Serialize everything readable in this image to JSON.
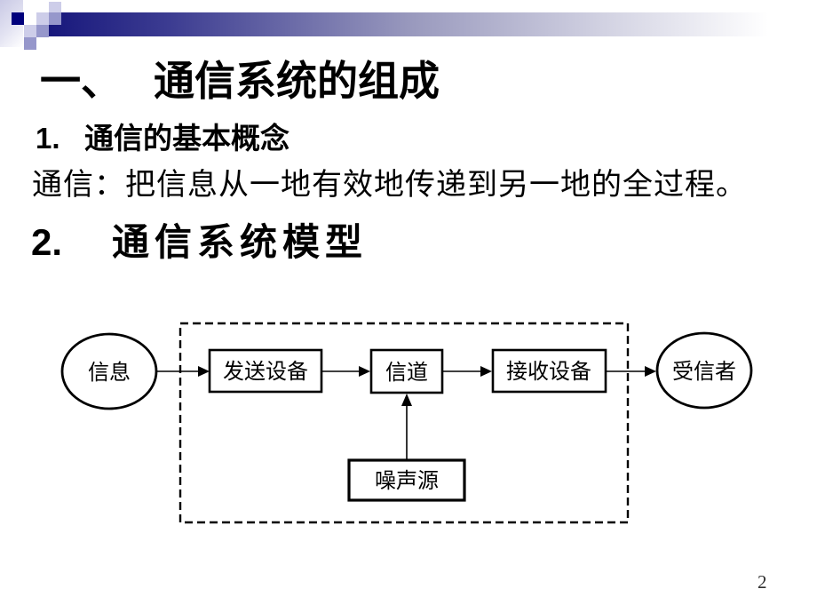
{
  "slide": {
    "title_prefix": "一、",
    "title_text": "通信系统的组成",
    "item1_number": "1.",
    "item1_text": "通信的基本概念",
    "definition": "通信：把信息从一地有效地传递到另一地的全过程。",
    "item2_number": "2.",
    "item2_text": "通信系统模型",
    "page_number": "2"
  },
  "diagram": {
    "source": "信息",
    "transmitter": "发送设备",
    "channel": "信道",
    "receiver": "接收设备",
    "noise": "噪声源",
    "destination": "受信者"
  },
  "colors": {
    "bar_dark_navy": "#14147a",
    "square_navy": "#00007c",
    "square_light": "#cdcde9",
    "square_medium": "#9697cb",
    "diagram_stroke": "#000000",
    "text_color": "#000000"
  }
}
